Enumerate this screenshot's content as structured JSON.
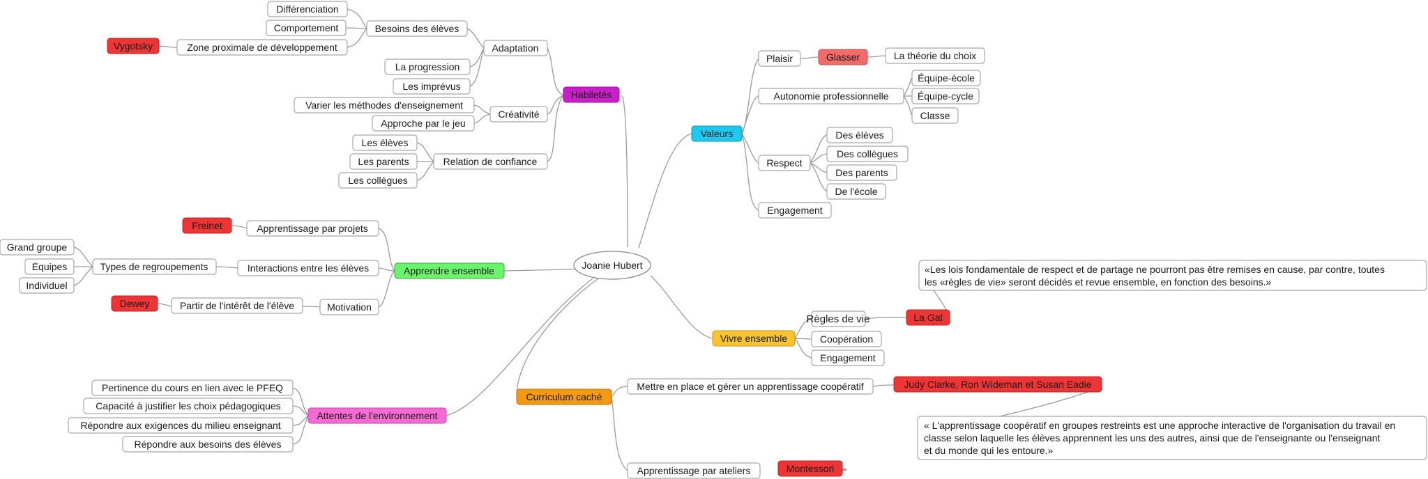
{
  "colors": {
    "habiletes": "#c81fc8",
    "valeurs": "#1ec8ee",
    "apprendre": "#6cf36c",
    "vivre": "#f7c330",
    "curriculum": "#f49a12",
    "attentes": "#f56bd3",
    "person": "#ee3535",
    "glasser": "#f26a6a"
  },
  "central": "Joanie Hubert",
  "habiletes": {
    "label": "Habiletés",
    "adaptation": {
      "label": "Adaptation",
      "besoins": {
        "label": "Besoins des élèves",
        "differenciation": "Différenciation",
        "comportement": "Comportement",
        "zpd": "Zone proximale de développement",
        "vygotsky": "Vygotsky"
      },
      "progression": "La progression",
      "imprevus": "Les imprévus"
    },
    "creativite": {
      "label": "Créativité",
      "varier": "Varier les méthodes d'enseignement",
      "jeu": "Approche par le jeu"
    },
    "confiance": {
      "label": "Relation de confiance",
      "eleves": "Les élèves",
      "parents": "Les parents",
      "collegues": "Les collègues"
    }
  },
  "valeurs": {
    "label": "Valeurs",
    "plaisir": {
      "label": "Plaisir",
      "glasser": "Glasser",
      "theorie": "La théorie du choix"
    },
    "autonomie": {
      "label": "Autonomie professionnelle",
      "ecole": "Équipe-école",
      "cycle": "Équipe-cycle",
      "classe": "Classe"
    },
    "respect": {
      "label": "Respect",
      "eleves": "Des élèves",
      "collegues": "Des collègues",
      "parents": "Des parents",
      "ecole": "De l'école"
    },
    "engagement": "Engagement"
  },
  "apprendre": {
    "label": "Apprendre ensemble",
    "projets": {
      "label": "Apprentissage par projets",
      "freinet": "Freinet"
    },
    "interactions": {
      "label": "Interactions entre les élèves",
      "types": {
        "label": "Types de regroupements",
        "grand": "Grand groupe",
        "equipes": "Équipes",
        "individuel": "Individuel"
      }
    },
    "motivation": {
      "label": "Motivation",
      "interet": "Partir de l'intérêt de l'élève",
      "dewey": "Dewey"
    }
  },
  "vivre": {
    "label": "Vivre ensemble",
    "regles": {
      "label": "Règles de vie",
      "legal": "La Gal",
      "note_line1": "«Les lois fondamentale de respect et de partage ne pourront pas être remises en cause, par contre, toutes",
      "note_line2": "les «règles de vie» seront décidés et revue ensemble, en fonction des besoins.»"
    },
    "cooperation": "Coopération",
    "engagement": "Engagement"
  },
  "curriculum": {
    "label": "Curriculum caché",
    "cooperatif": {
      "label": "Mettre en place et gérer un apprentissage coopératif",
      "authors": "Judy Clarke, Ron Wideman et Susan Eadie",
      "note_line1": "« L'apprentissage coopératif en groupes restreints est une approche interactive de l'organisation du travail en",
      "note_line2": "classe selon laquelle les élèves apprennent les uns des autres, ainsi que de l'enseignante ou l'enseignant",
      "note_line3": "et du monde qui les entoure.»"
    },
    "ateliers": {
      "label": "Apprentissage par ateliers",
      "montessori": "Montessori"
    }
  },
  "attentes": {
    "label": "Attentes de l'environnement",
    "pertinence": "Pertinence du cours en lien avec le PFEQ",
    "justifier": "Capacité à justifier les choix pédagogiques",
    "exigences": "Répondre aux exigences du milieu enseignant",
    "besoins": "Répondre aux besoins des élèves"
  }
}
